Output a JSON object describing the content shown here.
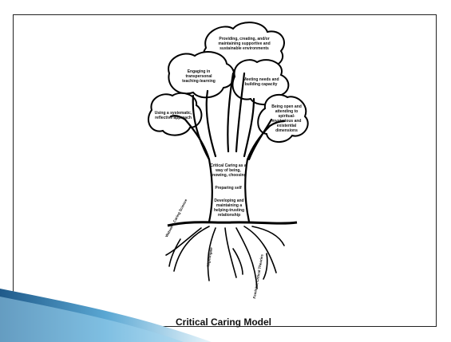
{
  "slide": {
    "title": "Critical Caring Model"
  },
  "branches": {
    "top": "Providing, creating, and/or maintaining supportive and sustainable environments",
    "upper_left": "Engaging in transpersonal teaching-learning",
    "upper_right": "Meeting needs and building capacity",
    "left": "Using a systematic, reflective approach",
    "right": "Being open and attending to spiritual-mysterious and existential dimensions"
  },
  "trunk": {
    "line1": "Critical Caring as a way of being, knowing, choosing",
    "line2": "Preparing self",
    "line3": "Developing and maintaining a helping-trusting relationship"
  },
  "roots": {
    "left": "Watson's Caring Science",
    "middle": "Nightingale",
    "right": "Feminist, Critical Theories"
  },
  "colors": {
    "accent_dark": "#1f5a8a",
    "accent_light": "#9fd3ef"
  }
}
